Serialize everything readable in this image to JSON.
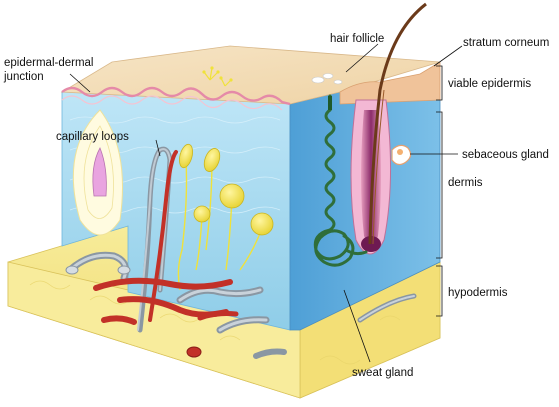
{
  "labels": {
    "epidermal_dermal_junction_line1": "epidermal-dermal",
    "epidermal_dermal_junction_line2": "junction",
    "hair_follicle": "hair follicle",
    "stratum_corneum": "stratum corneum",
    "viable_epidermis": "viable epidermis",
    "capillary_loops": "capillary loops",
    "sebaceous_gland": "sebaceous gland",
    "dermis": "dermis",
    "hypodermis": "hypodermis",
    "sweat_gland": "sweat gland"
  },
  "colors": {
    "stratum_corneum": "#f2dcb8",
    "epidermis_wave": "#f3b8c8",
    "dermis": "#9fd3ef",
    "dermis_side": "#5aa9dc",
    "hypodermis": "#f5e48a",
    "artery": "#d9362b",
    "vein": "#9aa7b3",
    "sweat_gland": "#2f6e3a",
    "hair": "#6b3a1a",
    "follicle": "#8b2b6a",
    "nerve": "#f0e23a"
  }
}
